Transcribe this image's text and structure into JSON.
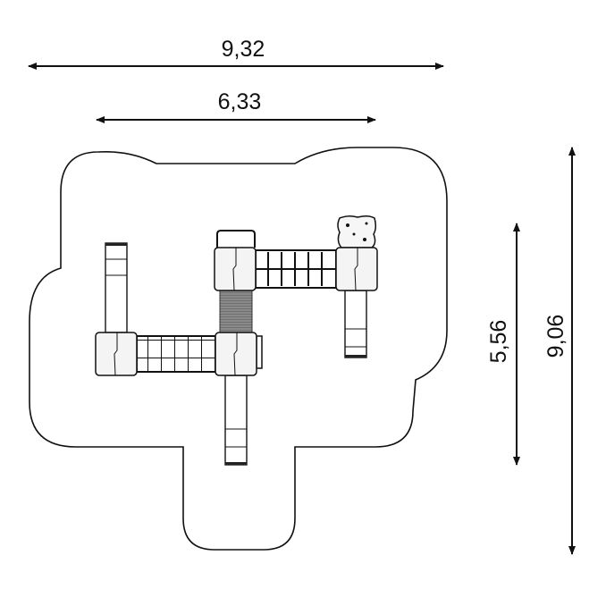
{
  "dimensions": {
    "overall_width": "9,32",
    "structure_width": "6,33",
    "structure_depth": "5,56",
    "overall_depth": "9,06"
  },
  "colors": {
    "line": "#111111",
    "tube": "#777777",
    "background": "#ffffff"
  }
}
